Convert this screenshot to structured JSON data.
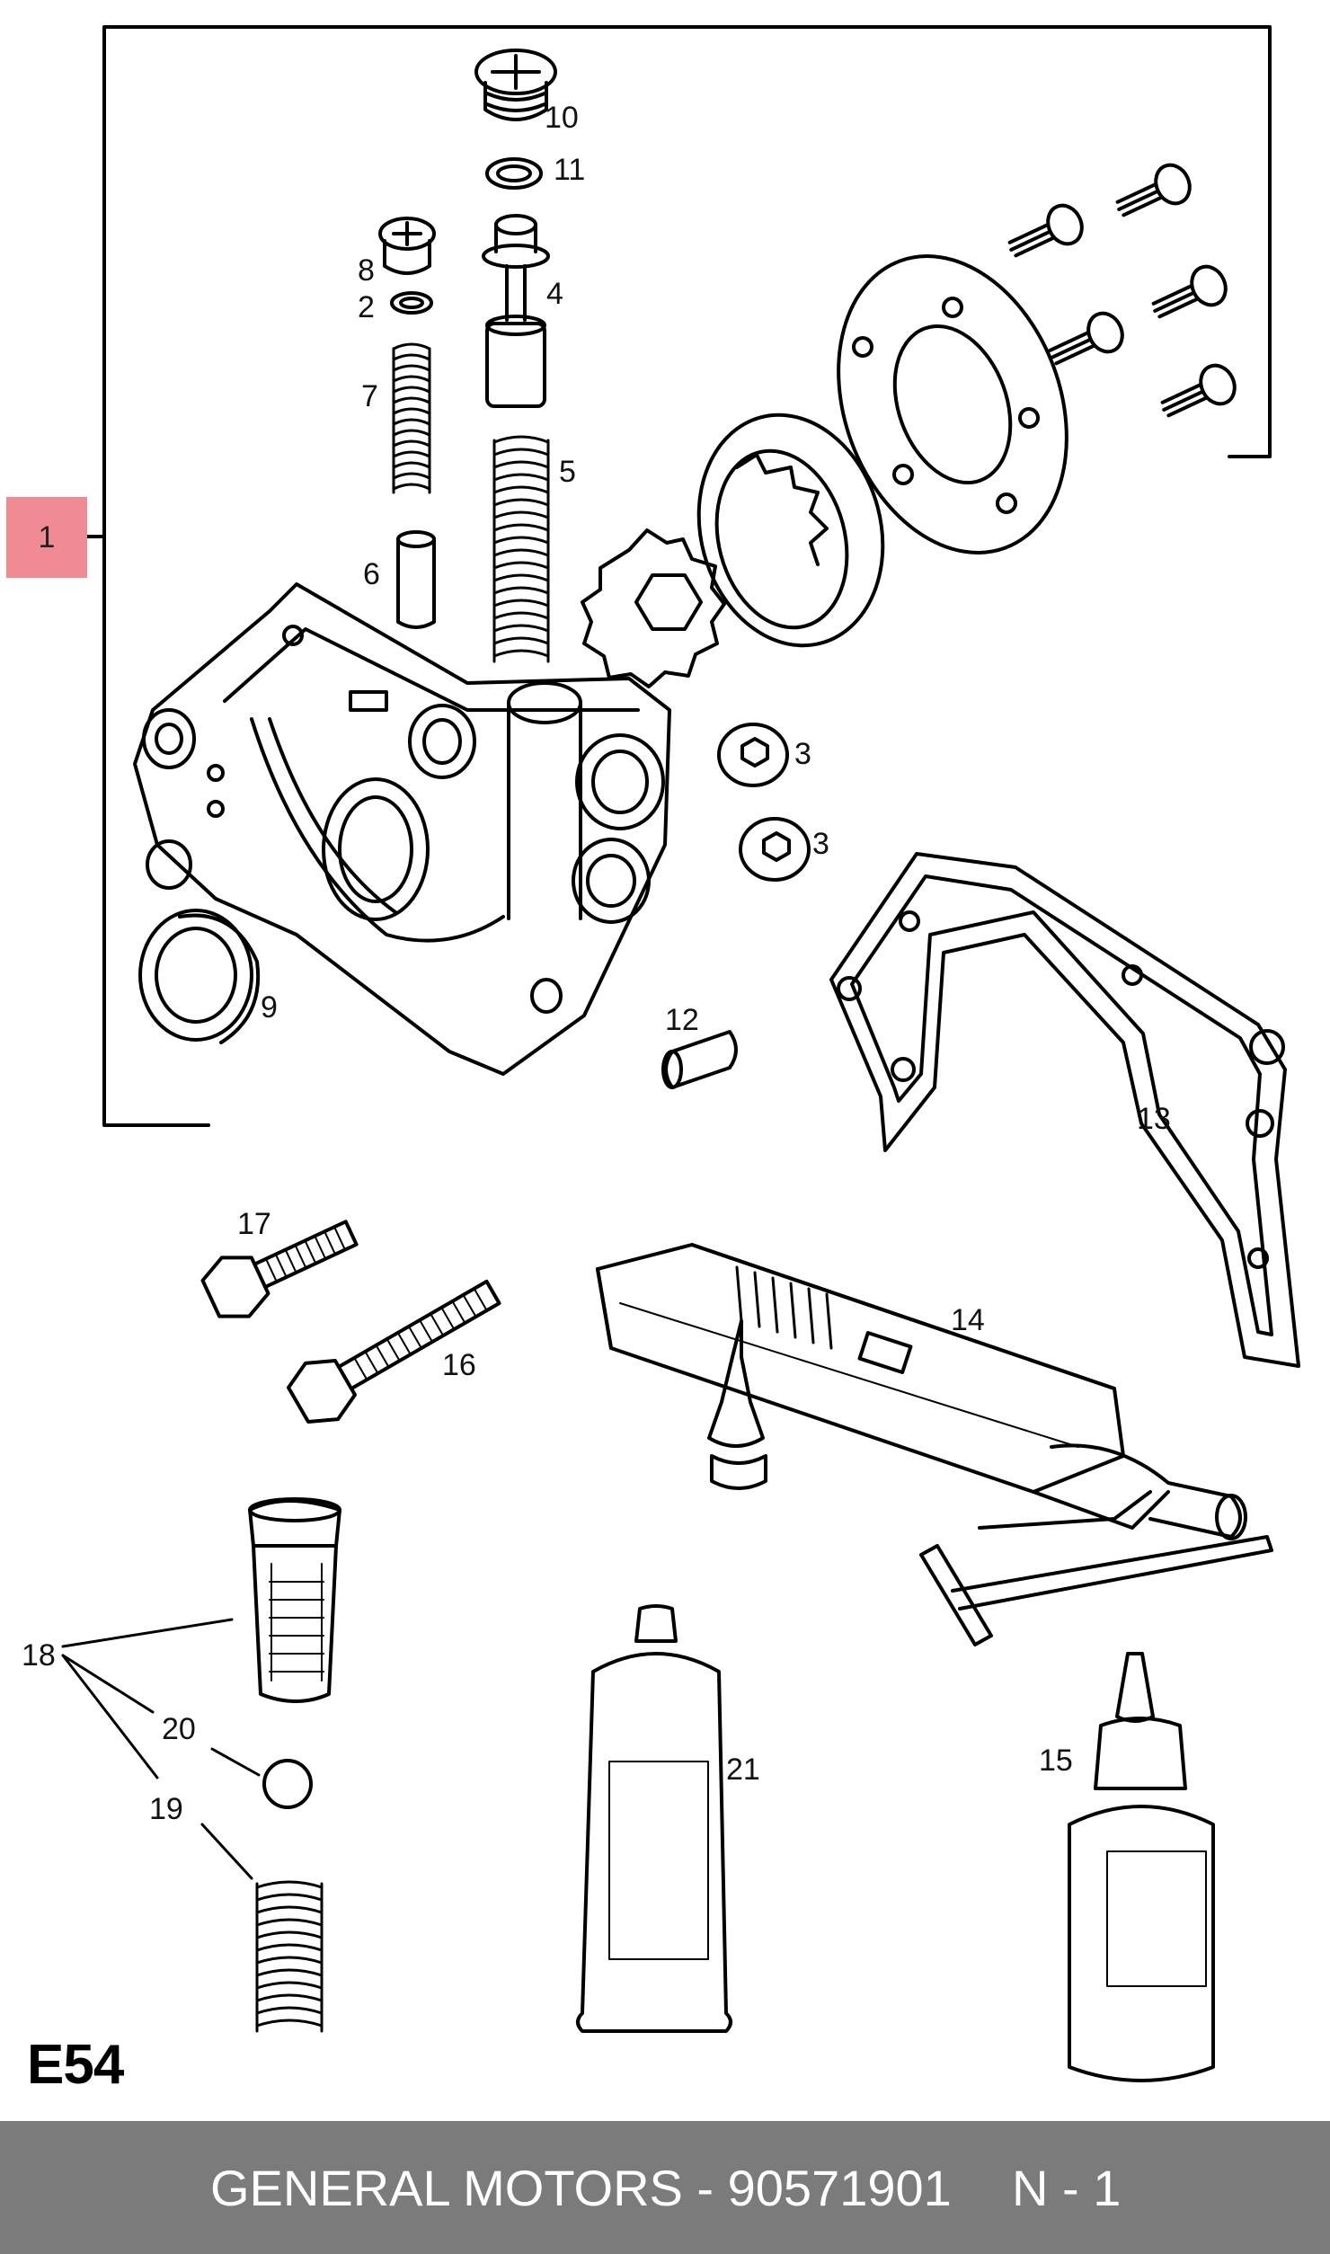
{
  "diagram": {
    "page_code": "E54",
    "callouts": {
      "c1": "1",
      "c2": "2",
      "c3a": "3",
      "c3b": "3",
      "c4": "4",
      "c5": "5",
      "c6": "6",
      "c7": "7",
      "c8": "8",
      "c9": "9",
      "c10": "10",
      "c11": "11",
      "c12": "12",
      "c13": "13",
      "c14": "14",
      "c15": "15",
      "c16": "16",
      "c17": "17",
      "c18": "18",
      "c19": "19",
      "c20": "20",
      "c21": "21"
    }
  },
  "footer": {
    "part_label": "GENERAL MOTORS - 90571901",
    "quantity_label": "N - 1"
  },
  "colors": {
    "footer_bg": "#7b7b7b",
    "highlight": "#f08b94",
    "line": "#000000"
  }
}
